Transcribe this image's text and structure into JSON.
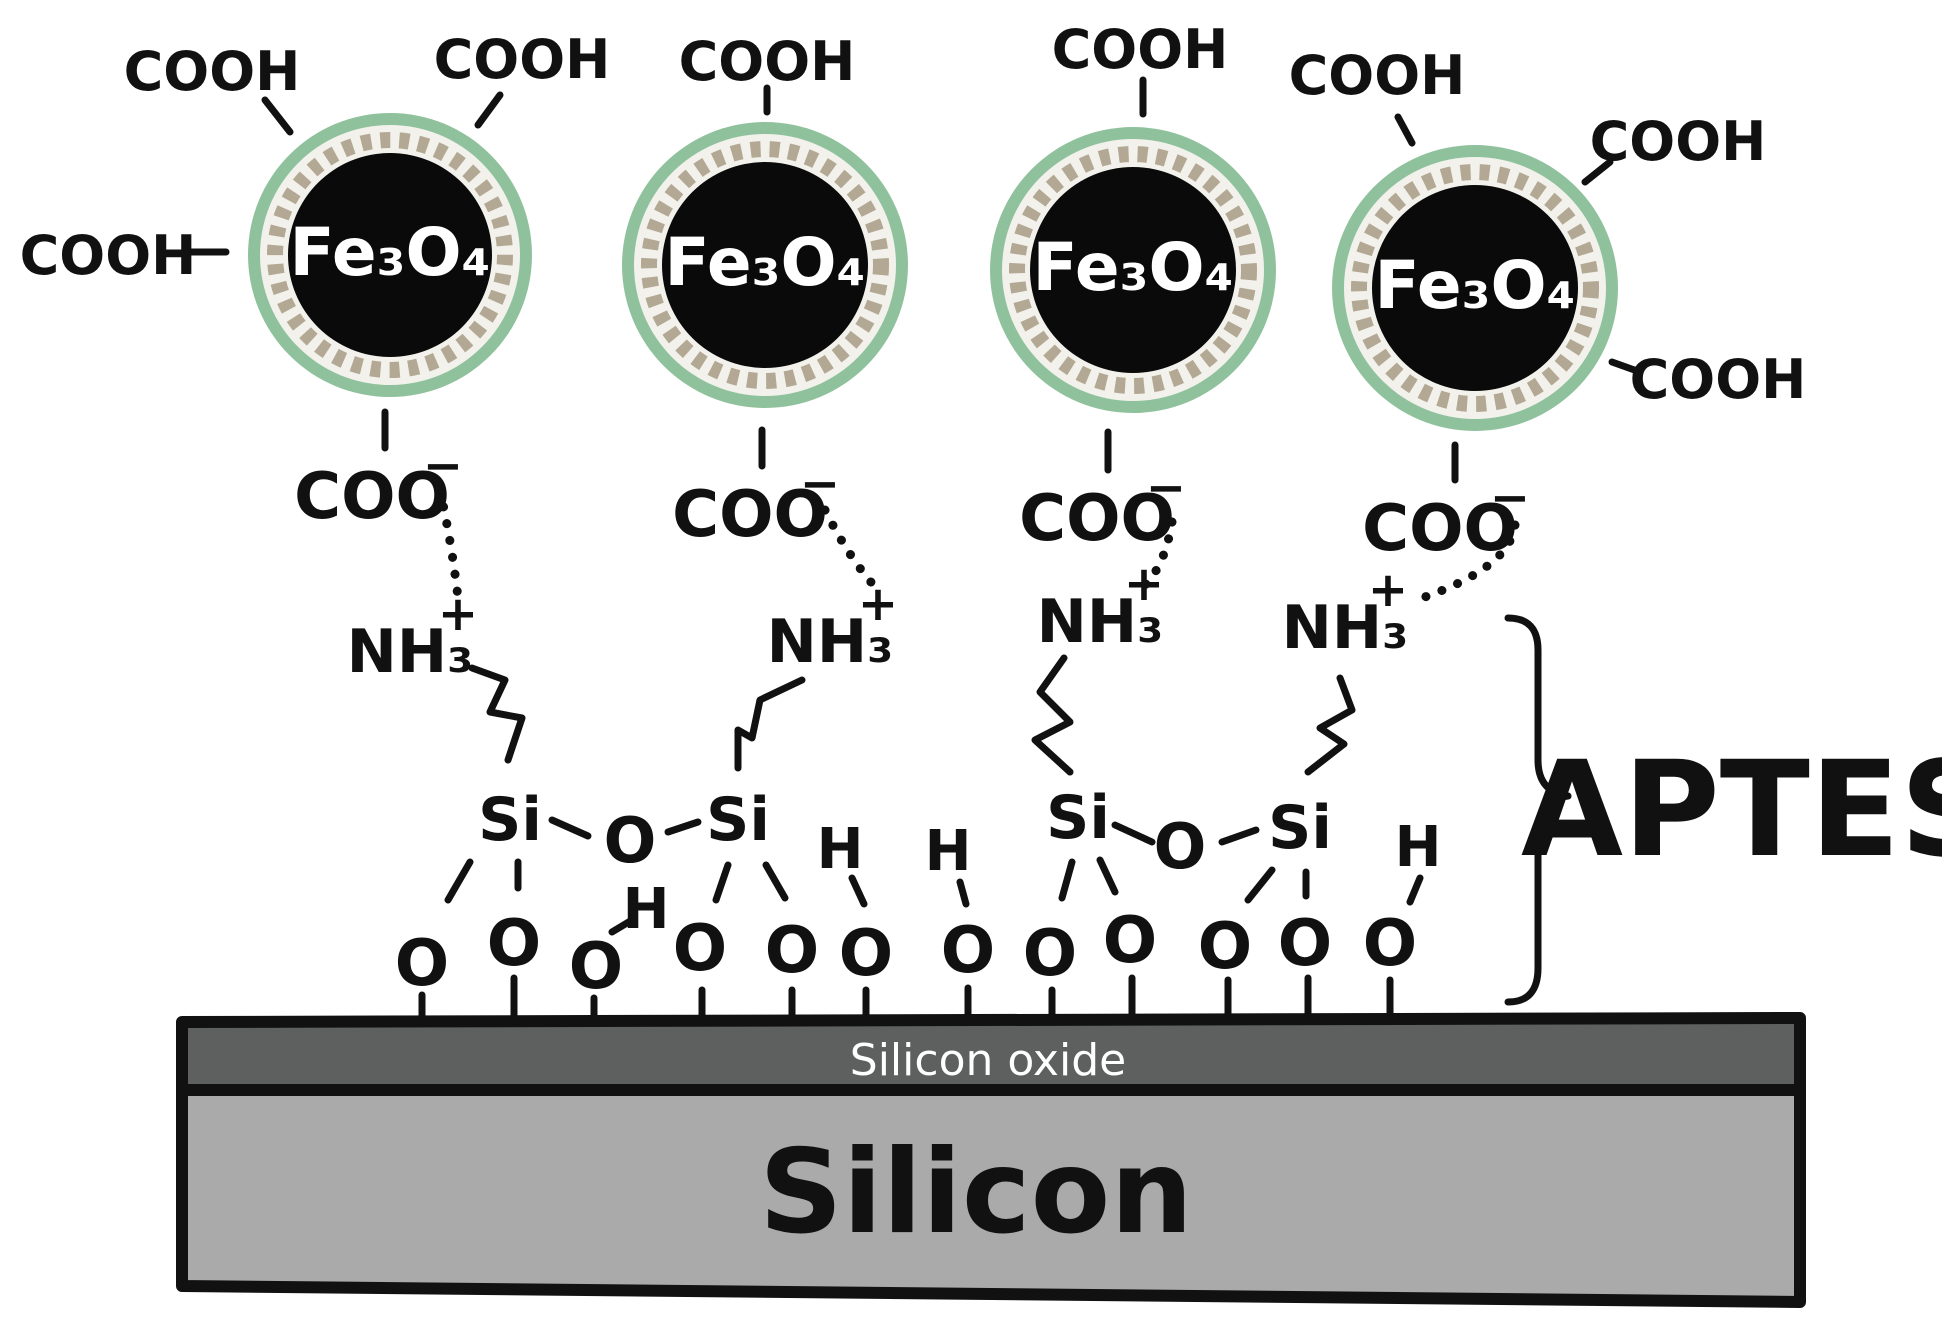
{
  "particles": [
    {
      "core_label": "Fe₃O₄",
      "surface_groups": [
        "COOH",
        "COOH",
        "COOH"
      ],
      "anchor_label": "COO",
      "anchor_charge": "−"
    },
    {
      "core_label": "Fe₃O₄",
      "surface_groups": [
        "COOH"
      ],
      "anchor_label": "COO",
      "anchor_charge": "−"
    },
    {
      "core_label": "Fe₃O₄",
      "surface_groups": [
        "COOH"
      ],
      "anchor_label": "COO",
      "anchor_charge": "−"
    },
    {
      "core_label": "Fe₃O₄",
      "surface_groups": [
        "COOH",
        "COOH",
        "COOH"
      ],
      "anchor_label": "COO",
      "anchor_charge": "−"
    }
  ],
  "amines": [
    {
      "label": "NH₃",
      "charge": "+"
    },
    {
      "label": "NH₃",
      "charge": "+"
    },
    {
      "label": "NH₃",
      "charge": "+"
    },
    {
      "label": "NH₃",
      "charge": "+"
    }
  ],
  "linkage": {
    "si_labels": [
      "Si",
      "Si",
      "Si",
      "Si"
    ],
    "bridge_oxygen_labels": [
      "O",
      "O"
    ],
    "hydrogen_labels": [
      "H",
      "H",
      "H",
      "H"
    ]
  },
  "surface_oxygens": [
    "O",
    "O",
    "O",
    "O",
    "O",
    "O",
    "O",
    "O",
    "O",
    "O",
    "O",
    "O"
  ],
  "bracket_label": "APTES",
  "layers": {
    "oxide_label": "Silicon oxide",
    "substrate_label": "Silicon"
  },
  "colors": {
    "ink": "#111111",
    "core": "#0a0a0a",
    "shell": "#8fc29c",
    "ligand": "#b3a893",
    "oxide_layer": "#5e5f5f",
    "silicon_layer": "#a9aaa9"
  }
}
